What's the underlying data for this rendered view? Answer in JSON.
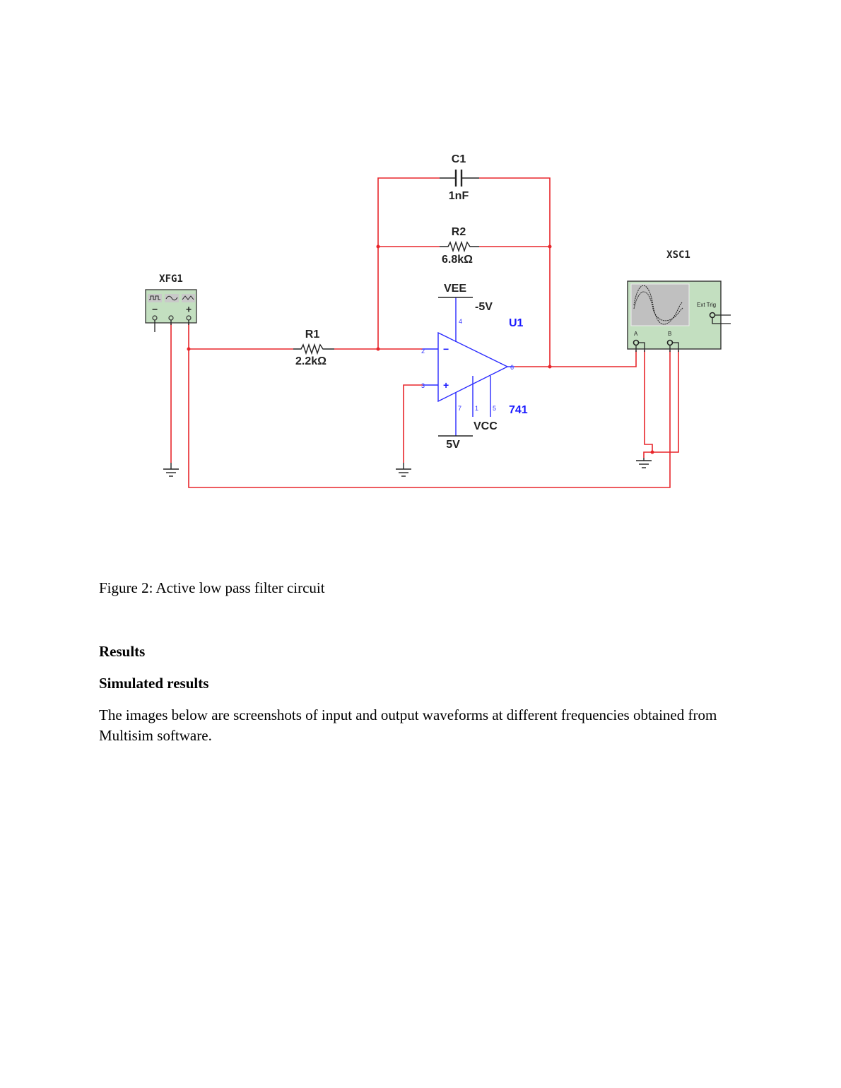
{
  "figure": {
    "caption": "Figure 2: Active low pass filter circuit",
    "components": {
      "function_generator": {
        "ref": "XFG1",
        "terminals": [
          "−",
          "",
          "+"
        ]
      },
      "oscilloscope": {
        "ref": "XSC1",
        "channels": [
          "A",
          "B"
        ],
        "ext_trig_label": "Ext Trig"
      },
      "r1": {
        "ref": "R1",
        "value": "2.2kΩ"
      },
      "r2": {
        "ref": "R2",
        "value": "6.8kΩ"
      },
      "c1": {
        "ref": "C1",
        "value": "1nF"
      },
      "opamp": {
        "ref": "U1",
        "model": "741",
        "pins": {
          "inv": "2",
          "noninv": "3",
          "vneg": "4",
          "vpos": "7",
          "out": "6",
          "offset1": "1",
          "offset2": "5"
        },
        "minus_sign": "−",
        "plus_sign": "+"
      },
      "vee": {
        "label": "VEE",
        "value": "-5V"
      },
      "vcc": {
        "label": "VCC",
        "value": "5V"
      }
    },
    "colors": {
      "wire": "#e8262b",
      "opamp": "#2b2bff",
      "instrument_body": "#c3dfc0",
      "screen": "#c0c0c0"
    }
  },
  "sections": {
    "results_heading": "Results",
    "simulated_heading": "Simulated results",
    "paragraph": "The images below are screenshots of input and output waveforms at different frequencies obtained from Multisim software."
  }
}
